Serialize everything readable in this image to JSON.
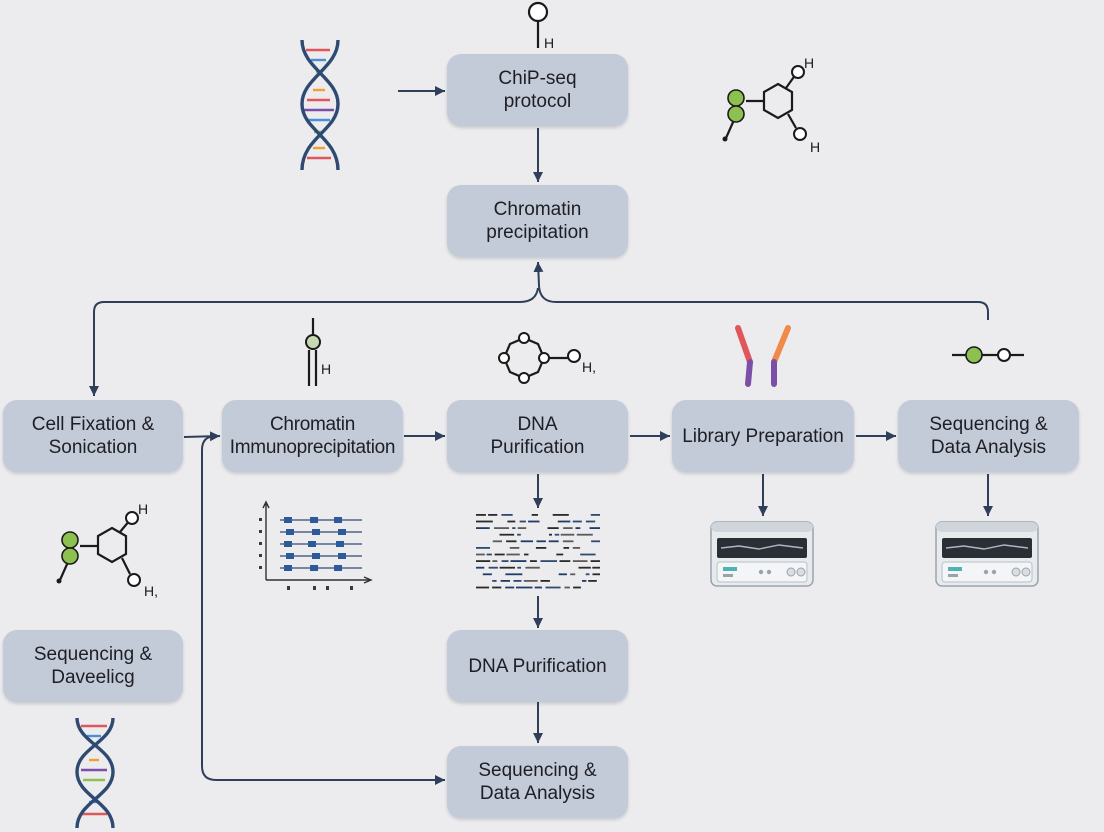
{
  "nodes": {
    "chipseq": "ChiP-seq\nprotocol",
    "chromatin_precip": "Chromatin\nprecipitation",
    "cell_fixation": "Cell Fixation &\nSonication",
    "chromatin_ip": "Chromatin\nImmunoprecipitation",
    "dna_purification_1": "DNA\nPurification",
    "library_prep": "Library Preparation",
    "seq_analysis_right": "Sequencing &\nData Analysis",
    "seq_daveelicg": "Sequencing &\nDaveelicg",
    "dna_purification_2": "DNA Purification",
    "seq_analysis_bottom": "Sequencing &\nData Analysis"
  },
  "molecule_labels": {
    "top_h": "H",
    "ring_top_h1": "H",
    "ring_top_h2": "H",
    "stick_h": "H",
    "ring_mid_h": "H,",
    "ring_left_h1": "H",
    "ring_left_h2": "H,"
  },
  "colors": {
    "background": "#ececee",
    "box": "#c3cad8",
    "arrow": "#2f3f5a",
    "green": "#8cc152",
    "antibody_red": "#e0565b",
    "antibody_orange": "#f0894a",
    "antibody_purple": "#7b4fa8"
  }
}
